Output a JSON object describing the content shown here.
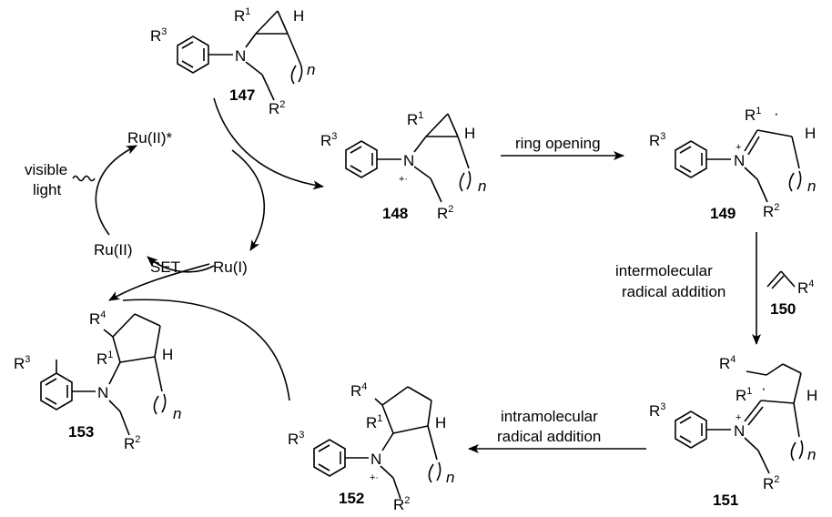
{
  "labels": {
    "s147": "147",
    "s148": "148",
    "s149": "149",
    "s150": "150",
    "s151": "151",
    "s152": "152",
    "s153": "153"
  },
  "atoms": {
    "N": "N",
    "H": "H",
    "R": "R",
    "R1_sup": "1",
    "R2_sup": "2",
    "R3_sup": "3",
    "R4_sup": "4",
    "n": "n",
    "plus": "+",
    "dot": "·",
    "plus_dot": "+·"
  },
  "catalysis": {
    "ru_excited": "Ru(II)*",
    "ru_ii": "Ru(II)",
    "ru_i": "Ru(I)",
    "set": "SET",
    "visible": "visible",
    "light": "light"
  },
  "steps": {
    "ring_opening": "ring opening",
    "inter_line1": "intermolecular",
    "inter_line2": "radical addition",
    "intra_line1": "intramolecular",
    "intra_line2": "radical addition"
  }
}
